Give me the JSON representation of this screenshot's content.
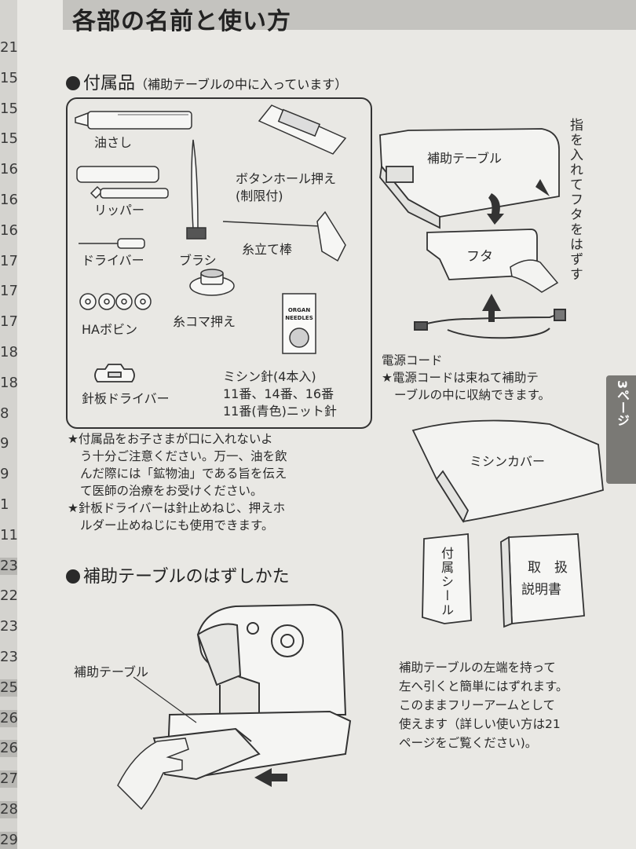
{
  "page": {
    "title": "各部の名前と使い方",
    "side_tab": "3ページ",
    "margin_page_numbers": [
      "21",
      "15",
      "15",
      "15",
      "16",
      "16",
      "16",
      "17",
      "17",
      "17",
      "18",
      "18",
      "8",
      "9",
      "9",
      "1",
      "11",
      "23",
      "22",
      "23",
      "23",
      "25",
      "26",
      "26",
      "27",
      "28",
      "29"
    ]
  },
  "accessories": {
    "heading": "付属品",
    "heading_note": "（補助テーブルの中に入っています）",
    "items": {
      "oiler": "油さし",
      "ripper": "リッパー",
      "screwdriver": "ドライバー",
      "brush": "ブラシ",
      "buttonhole_foot": "ボタンホール押え",
      "buttonhole_foot_note": "(制限付)",
      "spool_pin": "糸立て棒",
      "spool_cap": "糸コマ押え",
      "bobbins": "HAボビン",
      "needle_plate_driver": "針板ドライバー",
      "needles_title": "ミシン針(4本入)",
      "needles_line1": "11番、14番、16番",
      "needles_line2": "11番(青色)ニット針",
      "needle_pack_text1": "ORGAN",
      "needle_pack_text2": "NEEDLES"
    },
    "notes": [
      "★付属品をお子さまが口に入れないよ",
      "う十分ご注意ください。万一、油を飲",
      "んだ際には「鉱物油」である旨を伝え",
      "て医師の治療をお受けください。",
      "★針板ドライバーは針止めねじ、押えホ",
      "ルダー止めねじにも使用できます。"
    ]
  },
  "aux_table": {
    "label": "補助テーブル",
    "lid_label": "フタ",
    "finger_instruction": "指を入れてフタをはずす",
    "cord_label": "電源コード",
    "cord_note_line1": "★電源コードは束ねて補助テ",
    "cord_note_line2": "ーブルの中に収納できます。",
    "cover_label": "ミシンカバー",
    "sticker_label": "付属シール",
    "manual_line1": "取　扱",
    "manual_line2": "説明書"
  },
  "removal": {
    "heading": "補助テーブルのはずしかた",
    "table_label": "補助テーブル",
    "description": [
      "補助テーブルの左端を持って",
      "左へ引くと簡単にはずれます。",
      "このままフリーアームとして",
      "使えます（詳しい使い方は21",
      "ページをご覧ください)。"
    ]
  }
}
